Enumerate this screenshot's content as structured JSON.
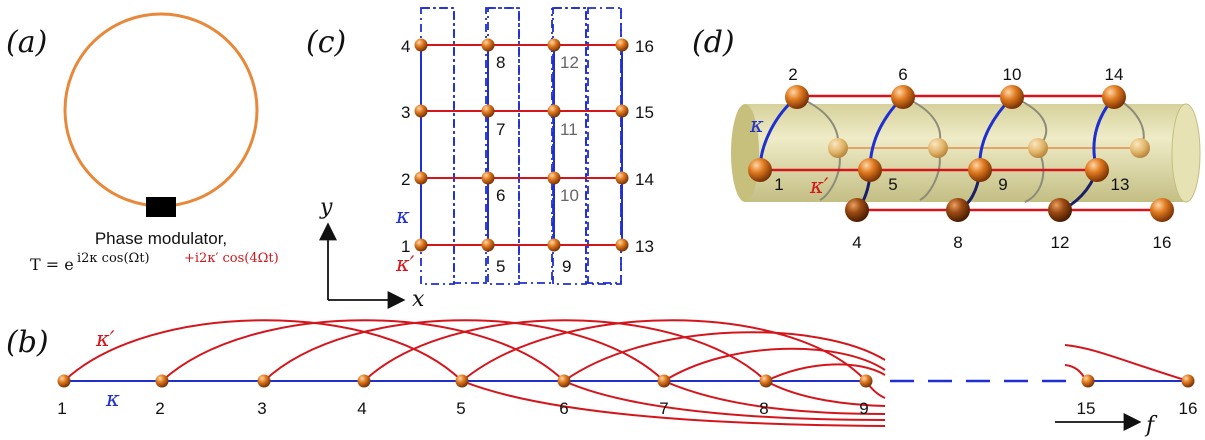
{
  "panels": {
    "a": {
      "label": "(a)",
      "caption": "Phase modulator,",
      "formula_T": "T = e",
      "formula_exp_black": "i2κ cos(Ωt)",
      "formula_exp_red": "+i2κ′ cos(4Ωt)"
    },
    "b": {
      "label": "(b)",
      "kappa": "κ",
      "kappa_prime": "κ′",
      "axis_label": "f",
      "nodes": [
        "1",
        "2",
        "3",
        "4",
        "5",
        "6",
        "7",
        "8",
        "9",
        "15",
        "16"
      ]
    },
    "c": {
      "label": "(c)",
      "y_label": "y",
      "x_label": "x",
      "kappa": "κ",
      "kappa_prime": "κ′",
      "node_labels": [
        "1",
        "2",
        "3",
        "4",
        "5",
        "6",
        "7",
        "8",
        "9",
        "10",
        "11",
        "12",
        "13",
        "14",
        "15",
        "16"
      ]
    },
    "d": {
      "label": "(d)",
      "kappa": "κ",
      "kappa_prime": "κ′",
      "top_labels": [
        "2",
        "6",
        "10",
        "14"
      ],
      "mid_labels": [
        "1",
        "5",
        "9",
        "13"
      ],
      "bottom_labels": [
        "4",
        "8",
        "12",
        "16"
      ]
    }
  },
  "colors": {
    "ring": "#e8883a",
    "node": "#e07a1f",
    "coupling_kappa": "#1f2fd0",
    "coupling_kappa_prime": "#d4161c",
    "cylinder": "#d9d49a"
  }
}
